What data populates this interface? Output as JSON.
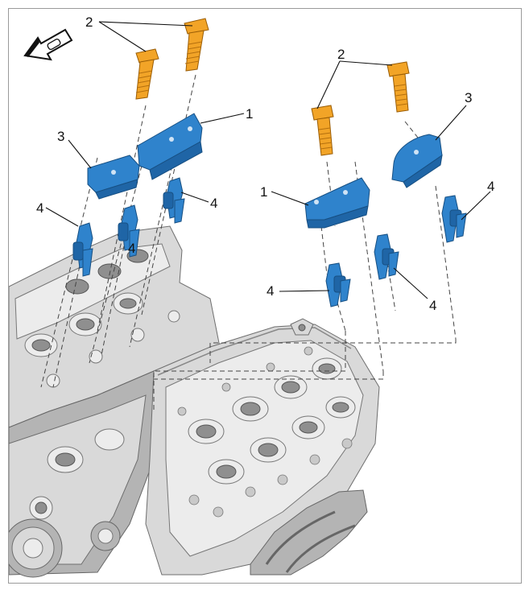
{
  "diagram": {
    "callouts": {
      "label_1": "1",
      "label_2": "2",
      "label_3": "3",
      "label_4": "4"
    },
    "colors": {
      "part_blue": "#2f83cc",
      "bolt_orange": "#f2a427",
      "engine_grey": "#d9d9d9"
    },
    "icons": {
      "direction": "forward-arrow-icon"
    }
  }
}
